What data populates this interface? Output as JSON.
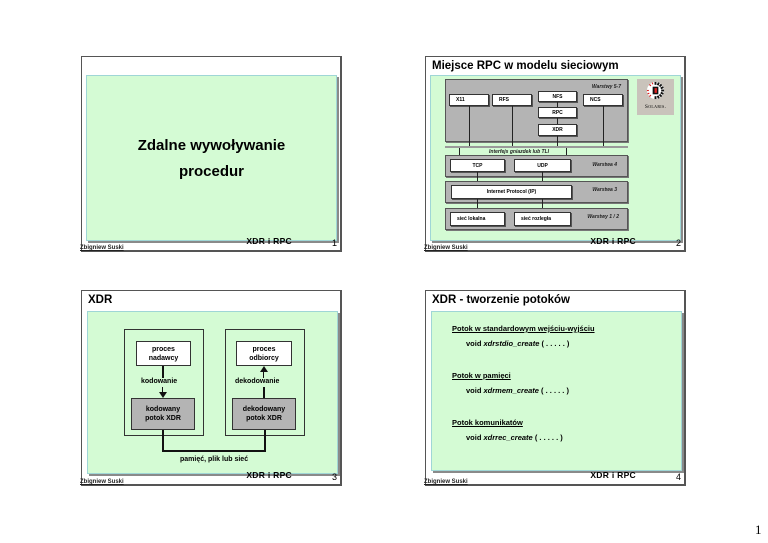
{
  "footer": {
    "author": "Zbigniew Suski",
    "course": "XDR  i  RPC"
  },
  "page_number": "1",
  "slides": [
    {
      "number": "1",
      "title_line1": "Zdalne wywoływanie",
      "title_line2": "procedur"
    },
    {
      "number": "2",
      "title": "Miejsce RPC w modelu sieciowym",
      "layers": {
        "upper": "Warstwy 5-7",
        "transport": "Warstwa 4",
        "network": "Warstwa 3",
        "physical": "Warstwy 1 / 2"
      },
      "interface_label": "Interfejs gniazdek lub TLI",
      "boxes": {
        "x11": "X11",
        "rfs": "RFS",
        "nfs": "NFS",
        "rpc": "RPC",
        "xdr": "XDR",
        "ncs": "NCS",
        "tcp": "TCP",
        "udp": "UDP",
        "ip": "Internet Protocol (IP)",
        "lan": "sieć lokalna",
        "wan": "sieć rozległa"
      },
      "logo": {
        "icon": "solaris-logo-icon",
        "text": "Solaris."
      }
    },
    {
      "number": "3",
      "title": "XDR",
      "sender_process": [
        "proces",
        "nadawcy"
      ],
      "receiver_process": [
        "proces",
        "odbiorcy"
      ],
      "encoding_label": "kodowanie",
      "decoding_label": "dekodowanie",
      "encoded_stream": [
        "kodowany",
        "potok XDR"
      ],
      "decoded_stream": [
        "dekodowany",
        "potok XDR"
      ],
      "medium_label": "pamięć, plik lub sieć"
    },
    {
      "number": "4",
      "title": "XDR - tworzenie potoków",
      "sections": [
        {
          "heading": "Potok w standardowym wejściu-wyjściu",
          "prefix": "void ",
          "func": "xdrstdio_create",
          "args": " (  . . . . . )"
        },
        {
          "heading": "Potok w pamięci",
          "prefix": "void ",
          "func": "xdrmem_create",
          "args": " ( . . . . . )"
        },
        {
          "heading": "Potok komunikatów",
          "prefix": "void ",
          "func": "xdrrec_create",
          "args": " ( . . . . . )"
        }
      ]
    }
  ]
}
